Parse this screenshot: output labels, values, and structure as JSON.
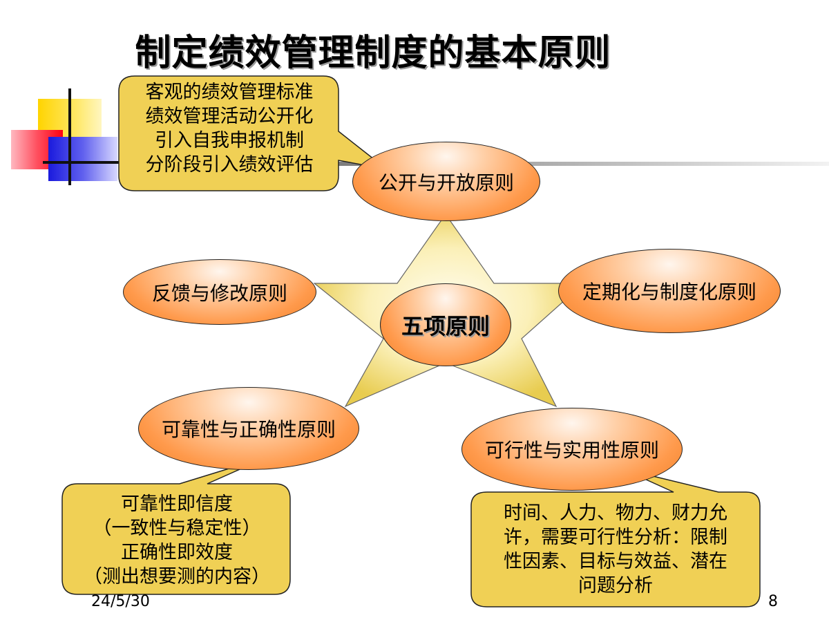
{
  "title": "制定绩效管理制度的基本原则",
  "center": "五项原则",
  "principles": {
    "open": "公开与开放原则",
    "feedback": "反馈与修改原则",
    "periodic": "定期化与制度化原则",
    "reliable": "可靠性与正确性原则",
    "feasible": "可行性与实用性原则"
  },
  "callouts": {
    "top": [
      "客观的绩效管理标准",
      "绩效管理活动公开化",
      "引入自我申报机制",
      "分阶段引入绩效评估"
    ],
    "bottom_left": [
      "可靠性即信度",
      "（一致性与稳定性）",
      "正确性即效度",
      "（测出想要测的内容）"
    ],
    "bottom_right": [
      "时间、人力、物力、财力允",
      "许，需要可行性分析：限制",
      "性因素、目标与效益、潜在",
      "问题分析"
    ]
  },
  "footer": {
    "date": "24/5/30",
    "page": "8"
  },
  "colors": {
    "callout_fill": "#f0d055",
    "oval_fill": "#ff9a4c",
    "star_fill": "#f5e690"
  }
}
